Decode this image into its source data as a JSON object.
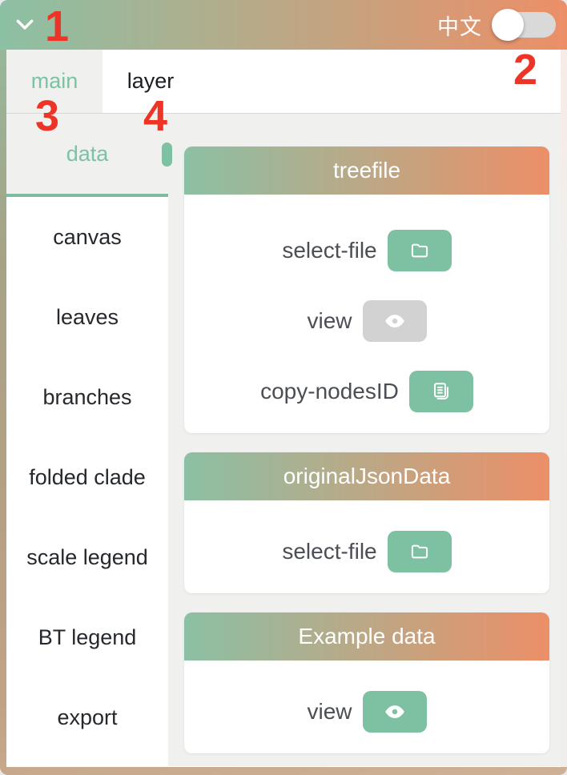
{
  "topbar": {
    "language_label": "中文",
    "toggle_state": "off"
  },
  "annotations": {
    "n1": "1",
    "n2": "2",
    "n3": "3",
    "n4": "4"
  },
  "tabs": [
    {
      "label": "main",
      "active": true
    },
    {
      "label": "layer",
      "active": false
    }
  ],
  "sidebar": {
    "items": [
      {
        "label": "data",
        "active": true
      },
      {
        "label": "canvas",
        "active": false
      },
      {
        "label": "leaves",
        "active": false
      },
      {
        "label": "branches",
        "active": false
      },
      {
        "label": "folded clade",
        "active": false
      },
      {
        "label": "scale legend",
        "active": false
      },
      {
        "label": "BT legend",
        "active": false
      },
      {
        "label": "export",
        "active": false
      }
    ]
  },
  "cards": [
    {
      "title": "treefile",
      "rows": [
        {
          "label": "select-file",
          "icon": "folder-icon",
          "state": "enabled"
        },
        {
          "label": "view",
          "icon": "eye-icon",
          "state": "disabled"
        },
        {
          "label": "copy-nodesID",
          "icon": "copy-icon",
          "state": "enabled"
        }
      ]
    },
    {
      "title": "originalJsonData",
      "rows": [
        {
          "label": "select-file",
          "icon": "folder-icon",
          "state": "enabled"
        }
      ]
    },
    {
      "title": "Example data",
      "rows": [
        {
          "label": "view",
          "icon": "eye-icon",
          "state": "enabled"
        }
      ]
    }
  ],
  "colors": {
    "accent_green": "#7ec0a2",
    "gradient_start": "#8cc0a4",
    "gradient_end": "#ec8f67",
    "annotation_red": "#ee3426",
    "disabled_gray": "#d2d2d2",
    "panel_gray": "#f0f0ee"
  }
}
